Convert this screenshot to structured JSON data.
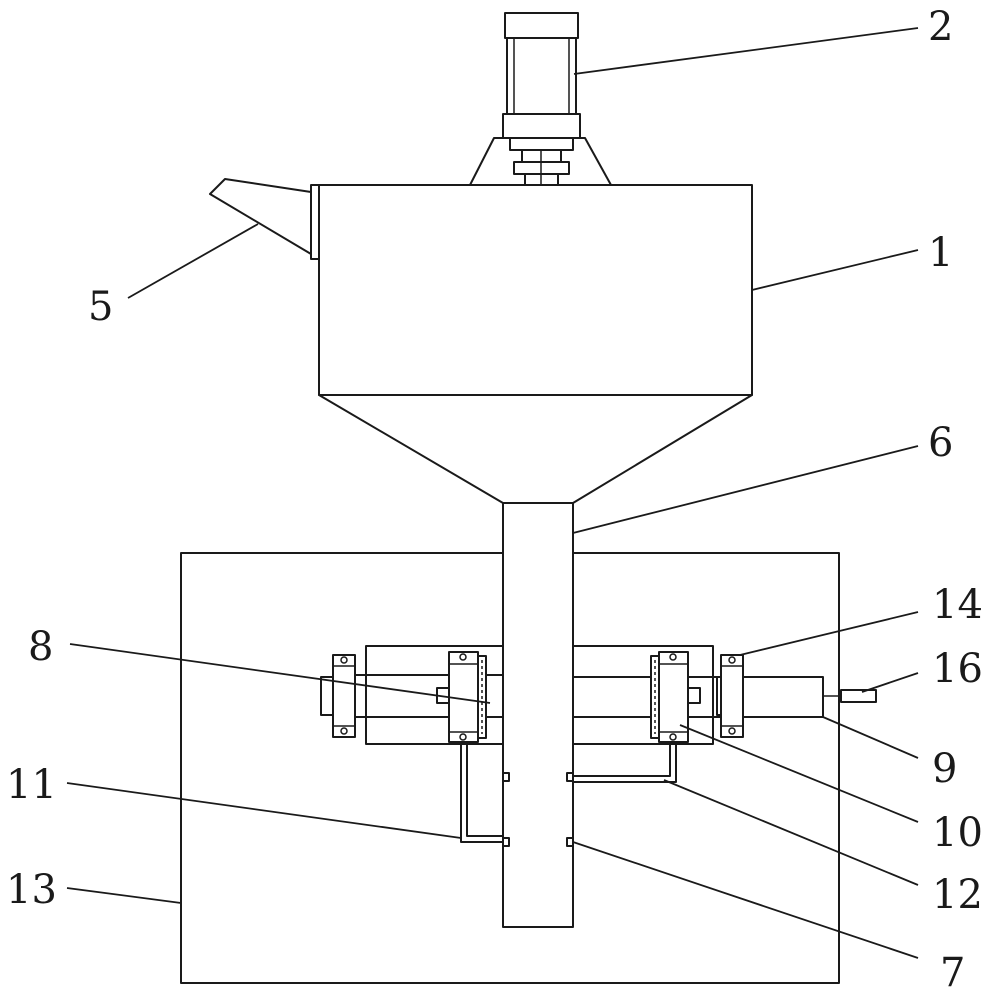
{
  "labels": {
    "l1": "1",
    "l2": "2",
    "l5": "5",
    "l6": "6",
    "l7": "7",
    "l8": "8",
    "l9": "9",
    "l10": "10",
    "l11": "11",
    "l12": "12",
    "l13": "13",
    "l14": "14",
    "l16": "16"
  }
}
